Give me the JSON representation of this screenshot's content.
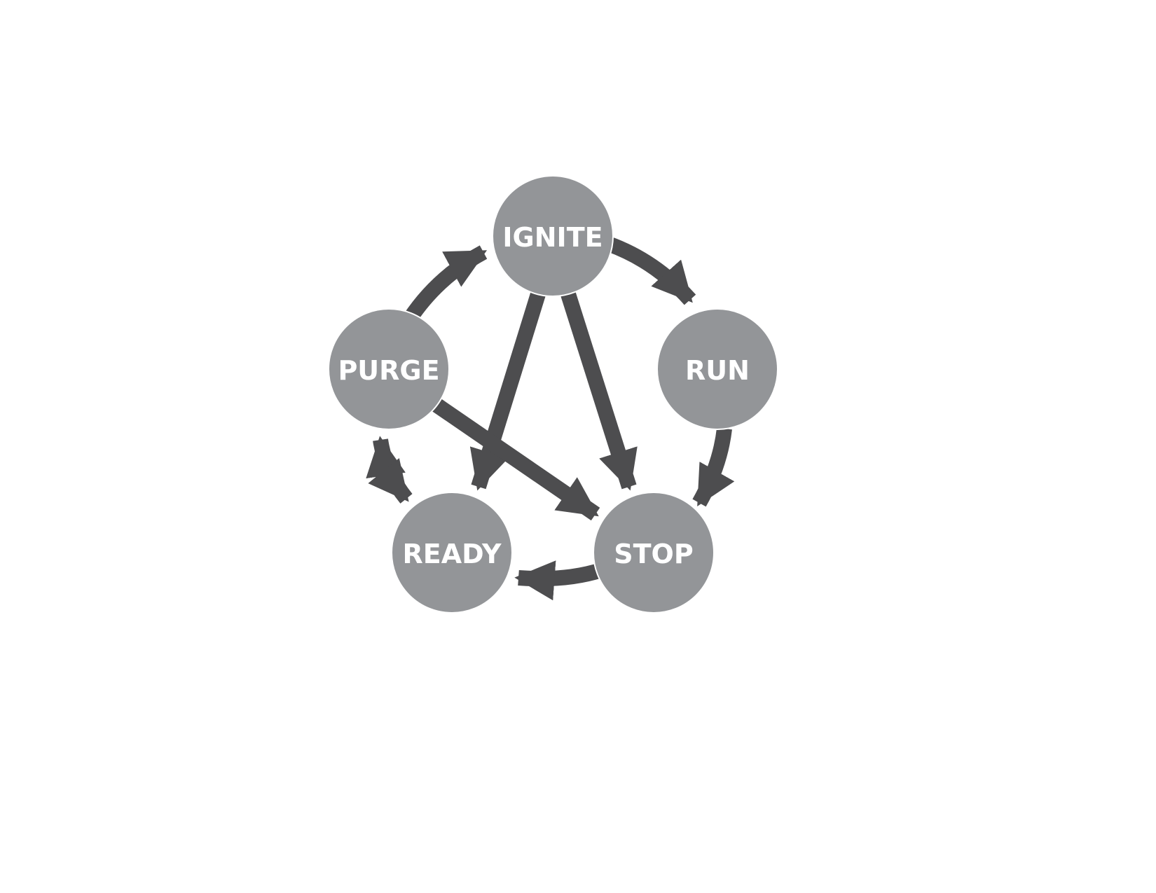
{
  "diagram": {
    "nodes": {
      "ignite": "IGNITE",
      "purge": "PURGE",
      "run": "RUN",
      "ready": "READY",
      "stop": "STOP"
    },
    "edges": [
      {
        "from": "PURGE",
        "to": "IGNITE"
      },
      {
        "from": "IGNITE",
        "to": "RUN"
      },
      {
        "from": "RUN",
        "to": "STOP"
      },
      {
        "from": "STOP",
        "to": "READY"
      },
      {
        "from": "PURGE",
        "to": "READY",
        "bidirectional": true
      },
      {
        "from": "IGNITE",
        "to": "READY"
      },
      {
        "from": "IGNITE",
        "to": "STOP"
      },
      {
        "from": "PURGE",
        "to": "STOP"
      }
    ],
    "colors": {
      "node": "#939598",
      "arrow": "#4d4d4f",
      "text": "#ffffff"
    }
  }
}
